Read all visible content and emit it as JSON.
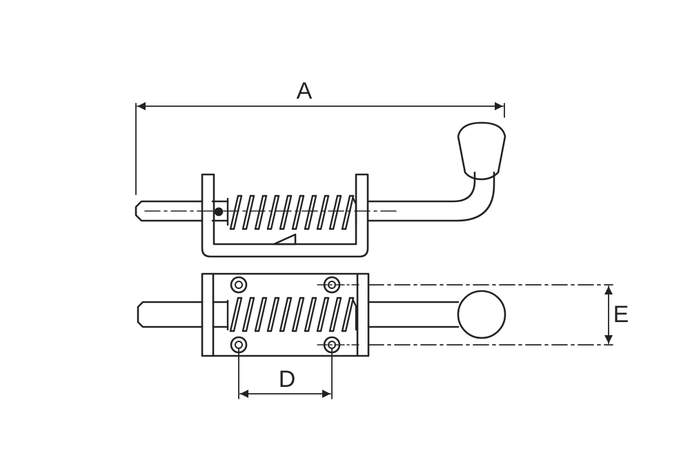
{
  "diagram": {
    "labels": {
      "length": "A",
      "hole_spacing": "D",
      "height": "E"
    }
  },
  "colors": {
    "line": "#222222",
    "background": "#ffffff"
  }
}
